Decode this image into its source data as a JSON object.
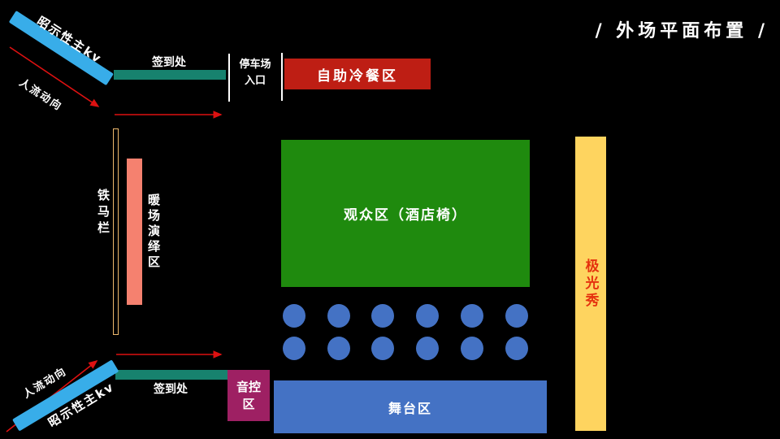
{
  "title": "/ 外场平面布置 /",
  "top_entry": {
    "kv_label": "昭示性主kv",
    "flow_label": "人流动向",
    "checkin_label": "签到处",
    "parking_label": "停车场入口"
  },
  "bottom_entry": {
    "kv_label": "昭示性主kv",
    "flow_label": "人流动向",
    "checkin_label": "签到处"
  },
  "zones": {
    "buffet": "自助冷餐区",
    "audience": "观众区（酒店椅）",
    "stage": "舞台区",
    "sound_control": "音控区",
    "aurora": "极光秀",
    "warmup": "暖场演绎区",
    "barrier": "铁马栏"
  },
  "seating": {
    "rows": 2,
    "cols": 6
  },
  "colors": {
    "background": "#000000",
    "kv_stripe_blue": "#38ADE9",
    "checkin_teal": "#17826E",
    "buffet_red": "#BE1E14",
    "audience_green": "#1F8A0E",
    "seat_stage_blue": "#4472C4",
    "warmup_salmon": "#F5816F",
    "barrier_outline": "#EDB96E",
    "aurora_yellow": "#FED45F",
    "aurora_text_red": "#E5320E",
    "sound_magenta": "#9E2063",
    "arrow_red": "#DD1111",
    "label_white": "#FFFFFF"
  }
}
